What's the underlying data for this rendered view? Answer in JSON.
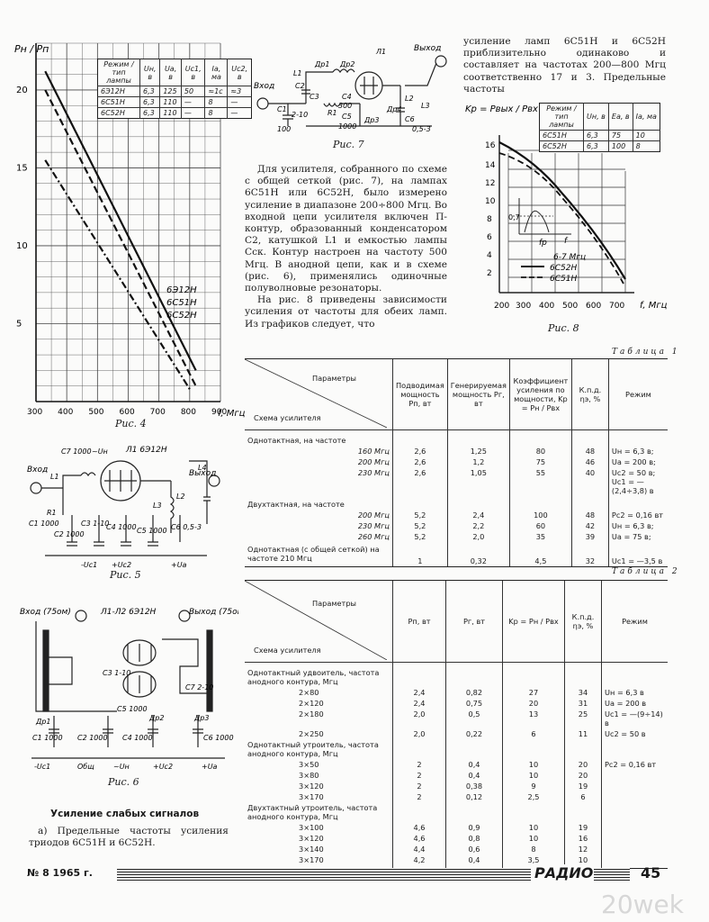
{
  "fig4": {
    "caption": "Рис. 4",
    "ylabel": "Pн / Pп",
    "xlabel": "f, Мгц",
    "legend": [
      "6Э12Н",
      "6С51Н",
      "6С52Н"
    ],
    "mini_table": {
      "headers": [
        "Режим / тип лампы",
        "Uн, в",
        "Uа, в",
        "Uс1, в",
        "Iа, ма",
        "Uс2, в"
      ],
      "rows": [
        [
          "6Э12Н",
          "6,3",
          "125",
          "50",
          "≈1с",
          "≈3"
        ],
        [
          "6С51Н",
          "6,3",
          "110",
          "—",
          "8",
          "—"
        ],
        [
          "6С52Н",
          "6,3",
          "110",
          "—",
          "8",
          "—"
        ]
      ]
    }
  },
  "chart_data": {
    "type": "line",
    "title": "",
    "xlabel": "f, Мгц",
    "ylabel": "Pн/Pп",
    "xlim": [
      300,
      900
    ],
    "ylim": [
      0,
      23
    ],
    "x_ticks": [
      300,
      400,
      500,
      600,
      700,
      800,
      900
    ],
    "y_ticks": [
      5,
      10,
      15,
      20
    ],
    "grid": true,
    "series": [
      {
        "name": "6Э12Н",
        "style": "solid",
        "x": [
          330,
          820
        ],
        "y": [
          21.2,
          2.0
        ]
      },
      {
        "name": "6С51Н",
        "style": "dashed",
        "x": [
          330,
          820
        ],
        "y": [
          20.0,
          1.0
        ]
      },
      {
        "name": "6С52Н",
        "style": "dash-dot",
        "x": [
          330,
          800
        ],
        "y": [
          15.5,
          0.8
        ]
      }
    ]
  },
  "fig7": {
    "caption": "Рис. 7",
    "labels": [
      "Вход",
      "Выход",
      "Др1",
      "Др2",
      "Др3",
      "Др4",
      "Л1",
      "L1",
      "L2",
      "L3",
      "C1",
      "C2",
      "C3",
      "C4",
      "C5",
      "C6",
      "100",
      "2-10",
      "300",
      "1000",
      "0,5-3",
      "R1"
    ]
  },
  "fig8": {
    "caption": "Рис. 8",
    "ylabel": "Kp = Pвых / Pвх",
    "xlabel": "f, Мгц",
    "x_ticks": [
      "200",
      "300",
      "400",
      "500",
      "600",
      "700"
    ],
    "y_ticks": [
      "2",
      "4",
      "6",
      "8",
      "10",
      "12",
      "14",
      "16"
    ],
    "inset": {
      "level": "0,7",
      "fp": "fp",
      "f": "f",
      "band": "6-7 Мгц"
    },
    "legend": [
      "6С52Н",
      "6С51Н"
    ],
    "mini_table": {
      "headers": [
        "Режим / тип лампы",
        "Uн, в",
        "Eа, в",
        "Iа, ма"
      ],
      "rows": [
        [
          "6С51Н",
          "6,3",
          "75",
          "10"
        ],
        [
          "6С52Н",
          "6,3",
          "100",
          "8"
        ]
      ]
    }
  },
  "text_top_right": "усиление ламп 6С51Н и 6С52Н приблизительно одинаково и составляет на частотах 200—800 Мгц соответственно 17 и 3. Предельные частоты",
  "text_mid": [
    "Для усилителя, собранного по схеме с общей сеткой (рис. 7), на лампах 6С51Н или 6С52Н, было измерено усиление в диапазоне 200÷800 Мгц. Во входной цепи усилителя включен П-контур, образованный конденсатором С2, катушкой L1 и емкостью лампы Сск. Контур настроен на частоту 500 Мгц. В анодной цепи, как и в схеме (рис. 6), применялись одиночные полуволновые резонаторы.",
    "На рис. 8 приведены зависимости усиления от частоты для обеих ламп. Из графиков следует, что"
  ],
  "fig5": {
    "caption": "Рис. 5",
    "labels": [
      "Вход",
      "Выход",
      "Л1 6Э12Н",
      "C7 1000",
      "~Uн",
      "C1 1000",
      "C2 1000",
      "C3 1-10",
      "C4 1000",
      "C5 1000",
      "C6 0,5-3",
      "R1",
      "L1",
      "L2",
      "L3",
      "L4",
      "-Uс1",
      "+Uс2",
      "+Uа"
    ]
  },
  "fig6": {
    "caption": "Рис. 6",
    "labels": [
      "Вход (75ом)",
      "Л1-Л2 6Э12Н",
      "Выход (75ом)",
      "Др1",
      "Др2",
      "Др3",
      "C1 1000",
      "C2 1000",
      "C3 1-10",
      "C4 1000",
      "C5 1000",
      "C6 1000",
      "C7 2-10",
      "-Uс1",
      "Общ",
      "~Uн",
      "+Uс2",
      "+Uа"
    ]
  },
  "heading_left": "Усиление слабых сигналов",
  "text_left": "а) Предельные частоты усиления триодов 6С51Н и 6С52Н.",
  "table1": {
    "title": "Таблица 1",
    "diag_top": "Параметры",
    "diag_bottom": "Схема усилителя",
    "headers": [
      "Подводимая мощность Pп, вт",
      "Генерируемая мощность Pг, вт",
      "Коэффициент усиления по мощности, Kp = Pн / Pвх",
      "К.п.д. ηэ, %",
      "Режим"
    ],
    "groups": [
      {
        "label": "Однотактная, на частоте",
        "rows": [
          [
            "160 Мгц",
            "2,6",
            "1,25",
            "80",
            "48",
            "Uн = 6,3 в;"
          ],
          [
            "200 Мгц",
            "2,6",
            "1,2",
            "75",
            "46",
            "Uа = 200 в;"
          ],
          [
            "230 Мгц",
            "2,6",
            "1,05",
            "55",
            "40",
            "Uс2 = 50 в; Uс1 = —(2,4÷3,8) в"
          ]
        ]
      },
      {
        "label": "Двухтактная, на частоте",
        "rows": [
          [
            "200 Мгц",
            "5,2",
            "2,4",
            "100",
            "48",
            "Pс2 = 0,16 вт"
          ],
          [
            "230 Мгц",
            "5,2",
            "2,2",
            "60",
            "42",
            "Uн = 6,3 в;"
          ],
          [
            "260 Мгц",
            "5,2",
            "2,0",
            "35",
            "39",
            "Uа = 75 в;"
          ]
        ]
      },
      {
        "label": "Однотактная (с общей сеткой) на частоте 210 Мгц",
        "rows": [
          [
            "",
            "1",
            "0,32",
            "4,5",
            "32",
            "Uс1 = —3,5 в"
          ]
        ]
      }
    ]
  },
  "table2": {
    "title": "Таблица 2",
    "diag_top": "Параметры",
    "diag_bottom": "Схема усилителя",
    "headers": [
      "Pп, вт",
      "Pг, вт",
      "Kp = Pн / Pвх",
      "К.п.д. ηэ, %",
      "Режим"
    ],
    "groups": [
      {
        "label": "Однотактный удвоитель, частота анодного контура, Мгц",
        "rows": [
          [
            "2×80",
            "2,4",
            "0,82",
            "27",
            "34",
            "Uн = 6,3 в"
          ],
          [
            "2×120",
            "2,4",
            "0,75",
            "20",
            "31",
            "Uа = 200 в"
          ],
          [
            "2×180",
            "2,0",
            "0,5",
            "13",
            "25",
            "Uс1 = —(9÷14) в"
          ],
          [
            "2×250",
            "2,0",
            "0,22",
            "6",
            "11",
            "Uс2 = 50 в"
          ]
        ]
      },
      {
        "label": "Однотактный утроитель, частота анодного контура, Мгц",
        "rows": [
          [
            "3×50",
            "2",
            "0,4",
            "10",
            "20",
            "Pс2 = 0,16 вт"
          ],
          [
            "3×80",
            "2",
            "0,4",
            "10",
            "20",
            ""
          ],
          [
            "3×120",
            "2",
            "0,38",
            "9",
            "19",
            ""
          ],
          [
            "3×170",
            "2",
            "0,12",
            "2,5",
            "6",
            ""
          ]
        ]
      },
      {
        "label": "Двухтактный утроитель, частота анодного контура, Мгц",
        "rows": [
          [
            "3×100",
            "4,6",
            "0,9",
            "10",
            "19",
            ""
          ],
          [
            "3×120",
            "4,6",
            "0,8",
            "10",
            "16",
            ""
          ],
          [
            "3×140",
            "4,4",
            "0,6",
            "8",
            "12",
            ""
          ],
          [
            "3×170",
            "4,2",
            "0,4",
            "3,5",
            "10",
            ""
          ]
        ]
      }
    ]
  },
  "footer": {
    "issue": "№ 8 1965 г.",
    "magazine": "РАДИО",
    "page": "45"
  },
  "watermark": "20wek"
}
